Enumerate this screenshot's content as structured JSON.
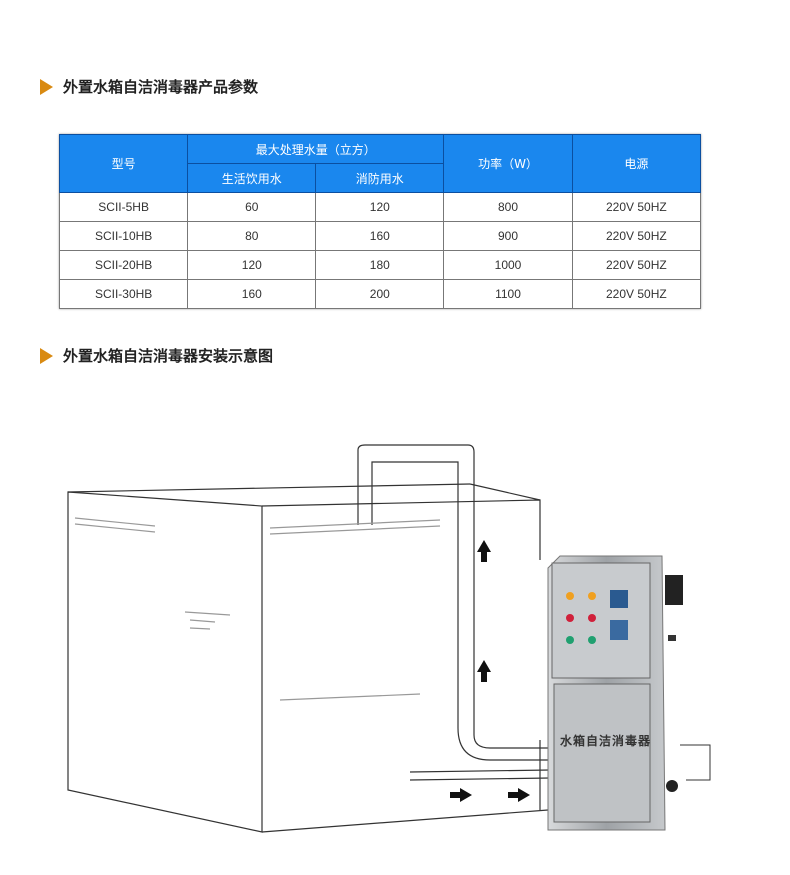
{
  "section1": {
    "title": "外置水箱自洁消毒器产品参数"
  },
  "table": {
    "headers": {
      "model": "型号",
      "capacity": "最大处理水量（立方）",
      "drinking": "生活饮用水",
      "fire": "消防用水",
      "power": "功率（W）",
      "supply": "电源"
    },
    "rows": [
      {
        "model": "SCII-5HB",
        "drinking": "60",
        "fire": "120",
        "power": "800",
        "supply": "220V   50HZ"
      },
      {
        "model": "SCII-10HB",
        "drinking": "80",
        "fire": "160",
        "power": "900",
        "supply": "220V   50HZ"
      },
      {
        "model": "SCII-20HB",
        "drinking": "120",
        "fire": "180",
        "power": "1000",
        "supply": "220V   50HZ"
      },
      {
        "model": "SCII-30HB",
        "drinking": "160",
        "fire": "200",
        "power": "1100",
        "supply": "220V   50HZ"
      }
    ]
  },
  "section2": {
    "title": "外置水箱自洁消毒器安装示意图"
  },
  "diagram": {
    "device_label": "水箱自洁消毒器"
  }
}
